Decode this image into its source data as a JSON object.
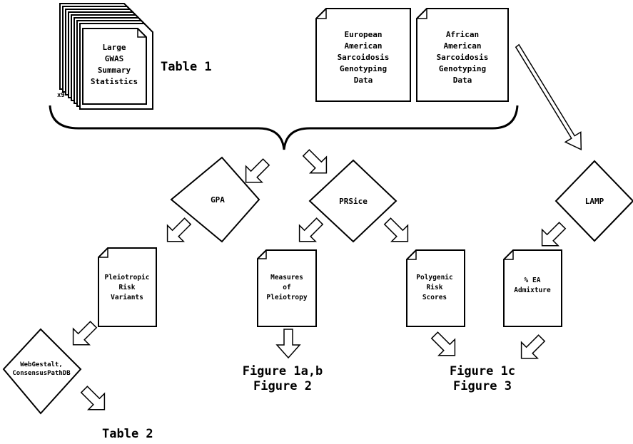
{
  "inputs": {
    "gwas": [
      "Large",
      "GWAS",
      "Summary",
      "Statistics"
    ],
    "gwas_count": "x9",
    "table1": "Table 1",
    "ea_data": [
      "European",
      "American",
      "Sarcoidosis",
      "Genotyping",
      "Data"
    ],
    "aa_data": [
      "African",
      "American",
      "Sarcoidosis",
      "Genotyping",
      "Data"
    ]
  },
  "methods": {
    "gpa": "GPA",
    "prsice": "PRSice",
    "lamp": "LAMP",
    "pathway": [
      "WebGestalt,",
      "ConsensusPathDB"
    ]
  },
  "outputs": {
    "pleiotropic_risk_variants": [
      "Pleiotropic",
      "Risk",
      "Variants"
    ],
    "measures_of_pleiotropy": [
      "Measures",
      "of",
      "Pleiotropy"
    ],
    "polygenic_risk_scores": [
      "Polygenic",
      "Risk",
      "Scores"
    ],
    "ea_admixture": [
      "% EA",
      "Admixture"
    ]
  },
  "results": {
    "fig1ab": "Figure 1a,b",
    "fig2": "Figure 2",
    "fig1c": "Figure 1c",
    "fig3": "Figure 3",
    "table2": "Table 2"
  },
  "colors": {
    "stroke": "#000000",
    "fill": "#ffffff"
  }
}
